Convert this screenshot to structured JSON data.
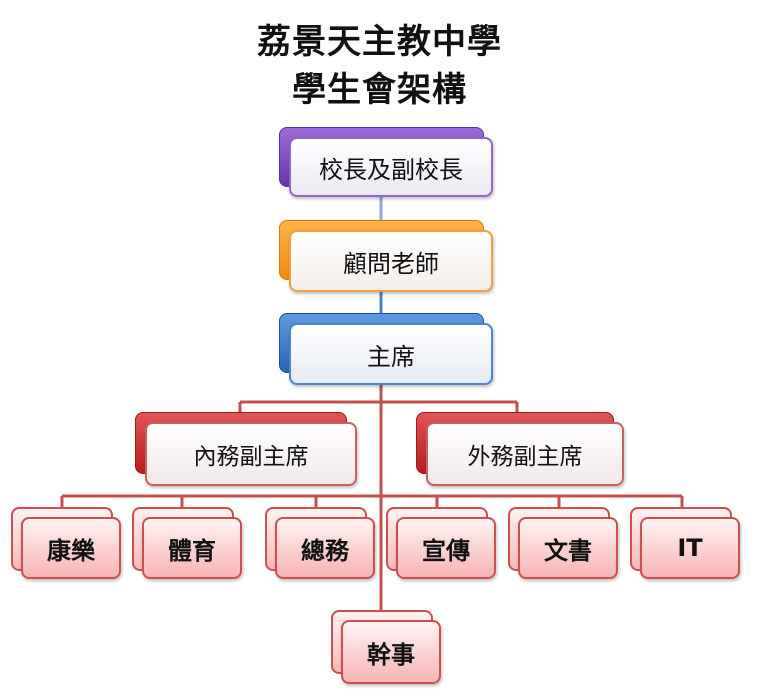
{
  "title": {
    "line1": "荔景天主教中學",
    "line2": "學生會架構"
  },
  "nodes": {
    "principal": "校長及副校長",
    "advisor": "顧問老師",
    "chairman": "主席",
    "vp_internal": "內務副主席",
    "vp_external": "外務副主席",
    "recreation": "康樂",
    "sports": "體育",
    "general_affairs": "總務",
    "publicity": "宣傳",
    "secretary": "文書",
    "it": "IT",
    "officer": "幹事"
  },
  "colors": {
    "purple": "#7a48c0",
    "orange": "#f59a22",
    "blue": "#3874c8",
    "red": "#c0392b",
    "pink": "#f8c4c4",
    "connector_blue": "#4d7fc4",
    "connector_red": "#c0504d"
  }
}
